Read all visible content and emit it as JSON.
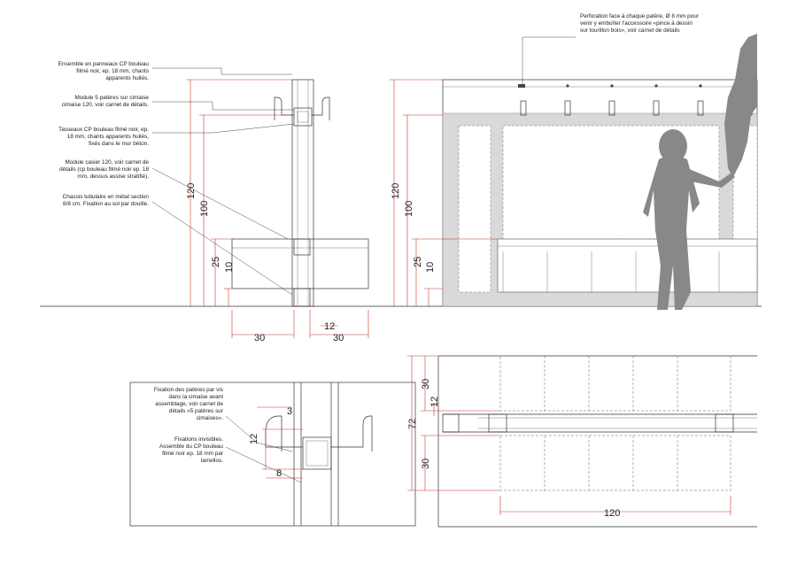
{
  "notes": {
    "panels": [
      "Ensemble en panneaux CP bouleau",
      "filmé noir, ep. 18 mm, chants",
      "apparents huilés."
    ],
    "module_pateres": [
      "Module 5 patères sur cimaise",
      "cimaise 120, voir carnet de détails."
    ],
    "tasseaux": [
      "Tasseaux CP bouleau filmé noir, ep.",
      "18 mm, chants apparents huilés,",
      "fixés dans le mur béton."
    ],
    "casier": [
      "Module casier 120, voir carnet de",
      "détails (cp bouleau filmé noir ep. 18",
      "mm, dessus assise stratifié)."
    ],
    "chassis": [
      "Chassis tubulaire en métal section",
      "8/8 cm. Fixation au sol par douille."
    ],
    "perforation": [
      "Perforation face à chaque patère,  Ø 8 mm pour",
      "venir y emboîter l'accessoire «pince à dessin",
      "sur tourillon bois», voir carnet de détails"
    ],
    "fixation_pateres": [
      "Fixation des patères par vis",
      "dans la cimaise avant",
      "assemblage, voir carnet de",
      "détails «5 patères sur",
      "cimaises»."
    ],
    "fixations_invisibles": [
      "Fixations invisibles.",
      "Assemble du CP bouleau",
      "filmé noir ep. 18 mm par",
      "lamellos."
    ]
  },
  "dims": {
    "section_120": "120",
    "section_100": "100",
    "section_25": "25",
    "section_10": "10",
    "section_30a": "30",
    "section_12": "12",
    "section_30b": "30",
    "elev_120": "120",
    "elev_100": "100",
    "elev_25": "25",
    "elev_10": "10",
    "detail_3": "3",
    "detail_12": "12",
    "detail_8": "8",
    "plan_30a": "30",
    "plan_12": "12",
    "plan_72": "72",
    "plan_30b": "30",
    "plan_120": "120"
  },
  "colors": {
    "dimension": "#c0392b",
    "line": "#333333",
    "panel": "#d9d9d9",
    "silhouette": "#888888"
  }
}
